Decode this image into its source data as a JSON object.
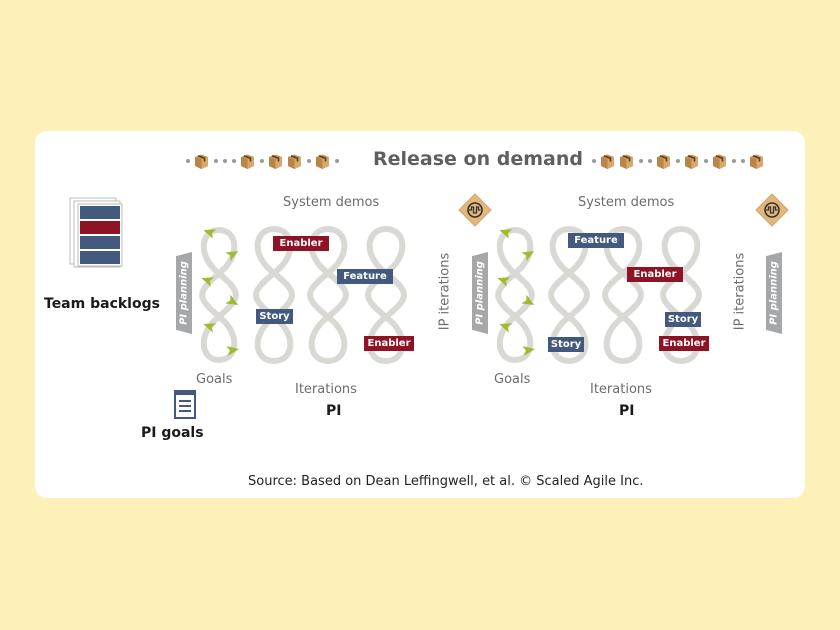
{
  "header": {
    "title": "Release on demand",
    "left_sequence": [
      "dot",
      "box",
      "dot",
      "dot",
      "dot",
      "box",
      "dot",
      "box",
      "box",
      "dot",
      "box",
      "dot"
    ],
    "right_sequence": [
      "dot",
      "box",
      "box",
      "dot",
      "dot",
      "box",
      "dot",
      "box",
      "dot",
      "box",
      "dot",
      "dot",
      "box"
    ]
  },
  "left": {
    "team_backlogs": "Team backlogs",
    "pi_goals": "PI goals"
  },
  "pi_blocks": [
    {
      "pi_planning": "PI planning",
      "goals": "Goals",
      "system_demos": "System demos",
      "iterations": "Iterations",
      "pi": "PI",
      "tags": [
        {
          "label": "Enabler",
          "kind": "red"
        },
        {
          "label": "Feature",
          "kind": "blue"
        },
        {
          "label": "Story",
          "kind": "blue"
        },
        {
          "label": "Enabler",
          "kind": "red"
        }
      ],
      "ip_iterations": "IP iterations"
    },
    {
      "pi_planning": "PI planning",
      "goals": "Goals",
      "system_demos": "System demos",
      "iterations": "Iterations",
      "pi": "PI",
      "tags": [
        {
          "label": "Feature",
          "kind": "blue"
        },
        {
          "label": "Enabler",
          "kind": "red"
        },
        {
          "label": "Story",
          "kind": "blue"
        },
        {
          "label": "Story",
          "kind": "blue"
        },
        {
          "label": "Enabler",
          "kind": "red"
        }
      ],
      "ip_iterations": "IP iterations"
    }
  ],
  "trailing": {
    "pi_planning": "PI planning"
  },
  "icons": {
    "release_box": "package-box-icon",
    "innovation": "innovation-diamond-icon",
    "goals_doc": "document-icon",
    "backlog": "backlog-stack-icon",
    "arrow": "green-arrow-icon"
  },
  "colors": {
    "background": "#fdf0b8",
    "blue": "#43597e",
    "red": "#8e1425",
    "loop": "#d9d8d4",
    "arrow": "#9dbb2c",
    "diamond": "#e3b67c",
    "box": "#c9955a"
  },
  "source": "Source: Based on Dean Leffingwell, et al. © Scaled Agile Inc."
}
